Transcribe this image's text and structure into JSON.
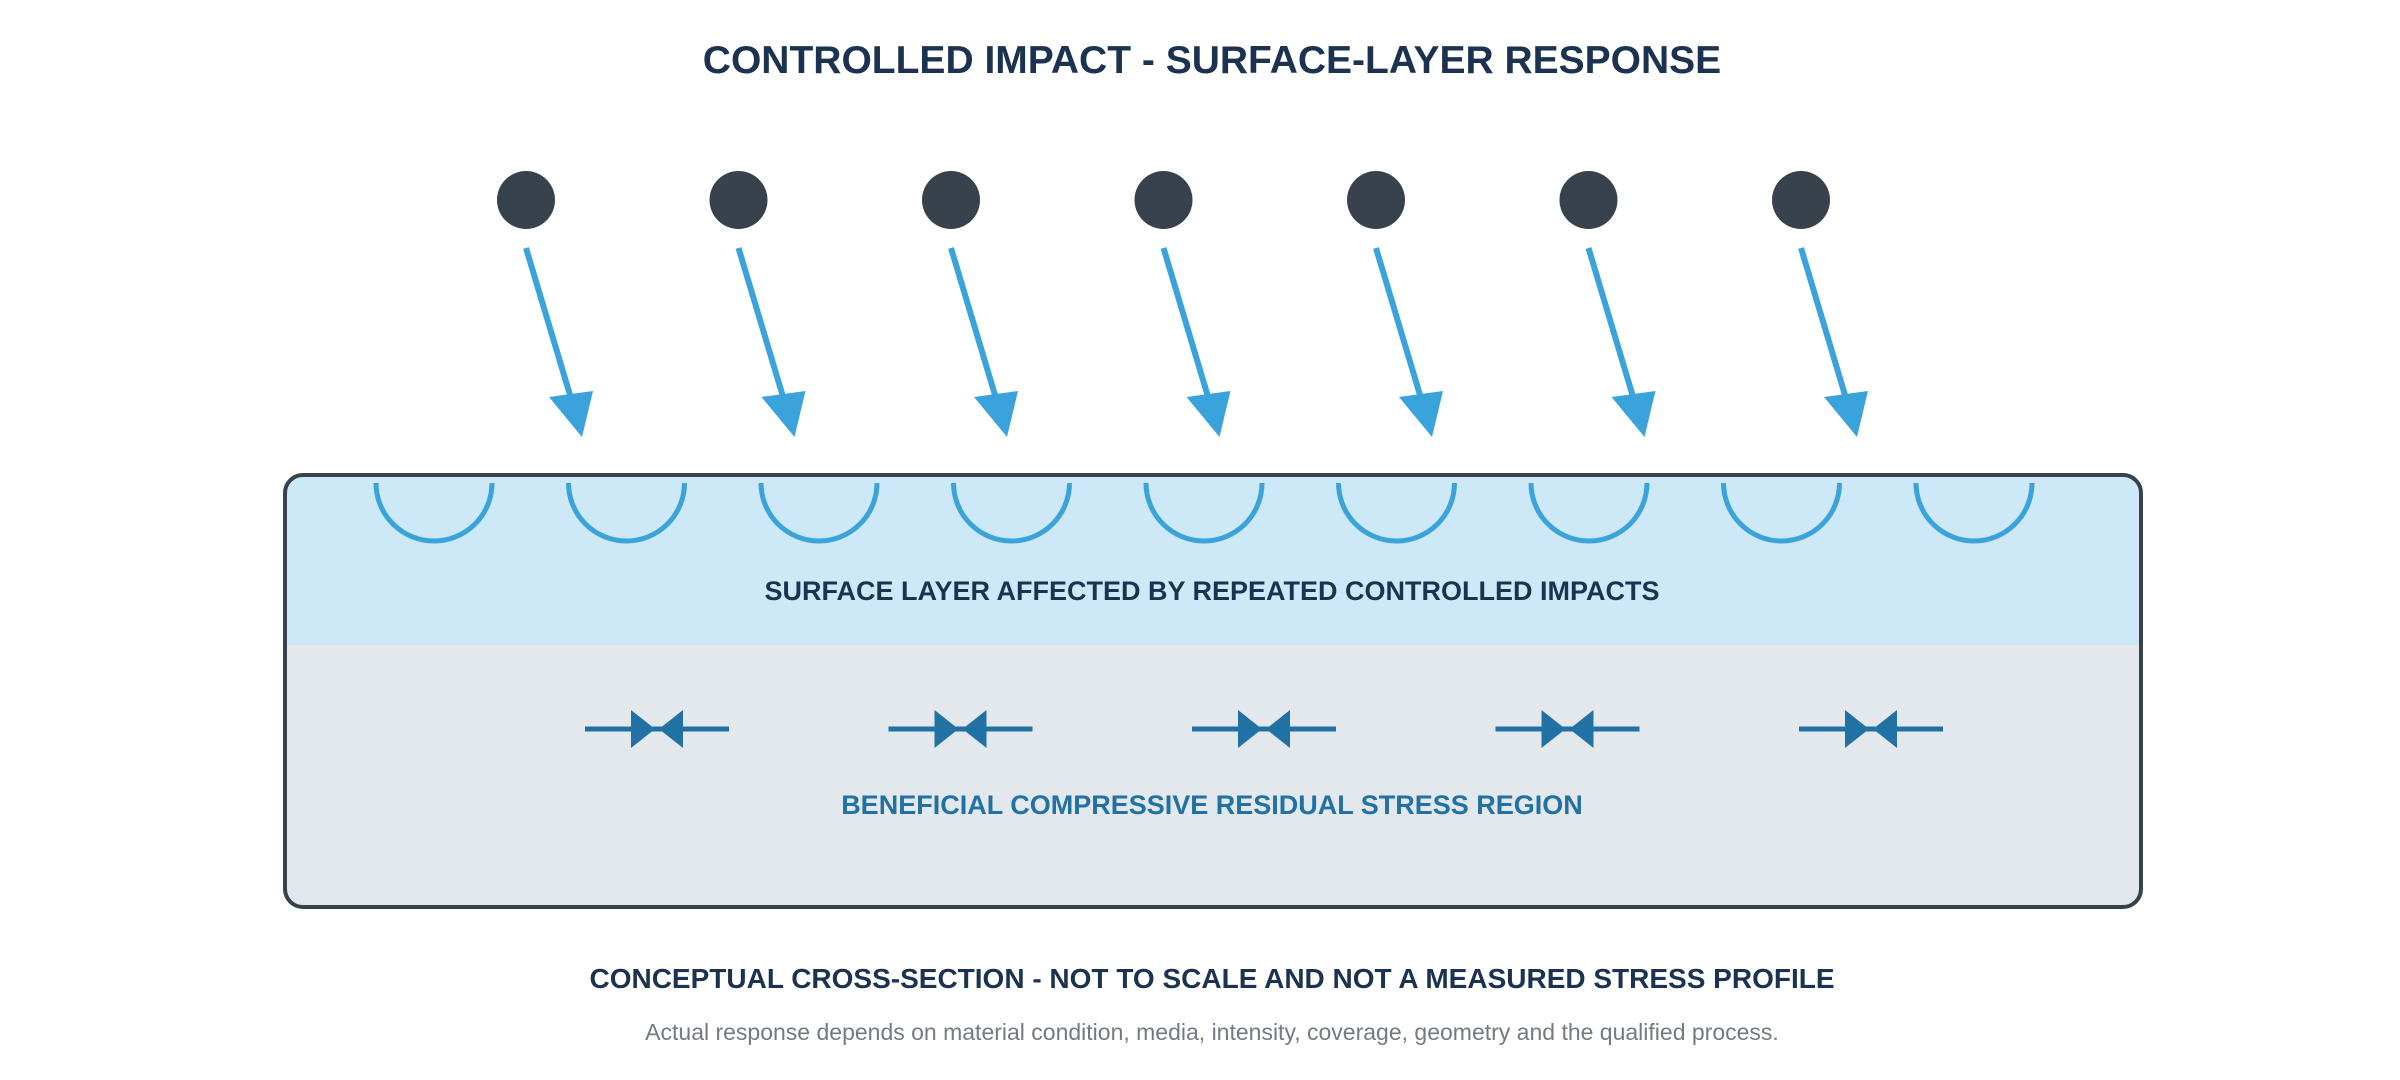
{
  "title": "CONTROLLED IMPACT - SURFACE-LAYER RESPONSE",
  "impacts": {
    "count": 7,
    "media_icon": "shot-media-ball-icon",
    "arrow_icon": "impact-direction-arrow-icon"
  },
  "surface_layer": {
    "label": "SURFACE LAYER AFFECTED BY REPEATED CONTROLLED IMPACTS",
    "dimple_count": 9,
    "dimple_icon": "impact-dimple-icon"
  },
  "stress_region": {
    "label": "BENEFICIAL COMPRESSIVE RESIDUAL STRESS REGION",
    "marker_count": 5,
    "marker_icon": "compressive-stress-arrows-icon"
  },
  "caption": "CONCEPTUAL CROSS-SECTION - NOT TO SCALE AND NOT A MEASURED STRESS PROFILE",
  "note": "Actual response depends on material condition, media, intensity, coverage, geometry and the qualified process.",
  "colors": {
    "title": "#1b3350",
    "media": "#37424d",
    "arrow": "#3aa3dc",
    "surface_layer_fill": "#cde8f6",
    "base_fill": "#e3e8ec",
    "stress_marker": "#2271a4",
    "outline": "#37424d",
    "note": "#737a82"
  }
}
